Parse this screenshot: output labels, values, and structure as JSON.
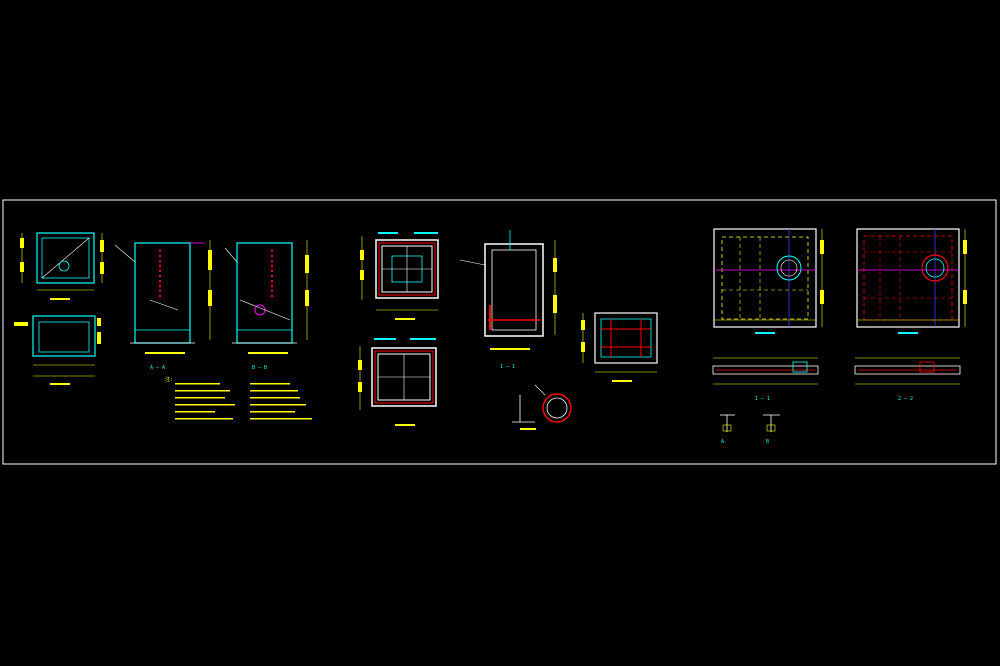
{
  "drawing": {
    "background": "#000000",
    "frame_color": "#ffffff",
    "colors": {
      "cyan": "#00ffff",
      "yellow": "#ffff00",
      "red": "#ff0000",
      "white": "#ffffff",
      "magenta": "#ff00ff",
      "green": "#00ff00",
      "blue": "#3c3cff"
    }
  },
  "annotations": {
    "section_aa": "A — A",
    "section_bb": "B — B",
    "section_11": "1 — 1",
    "section_11b": "1 — 1",
    "section_22": "2 — 2",
    "detail_a": "A",
    "detail_b": "B",
    "note_marker": "注:"
  }
}
